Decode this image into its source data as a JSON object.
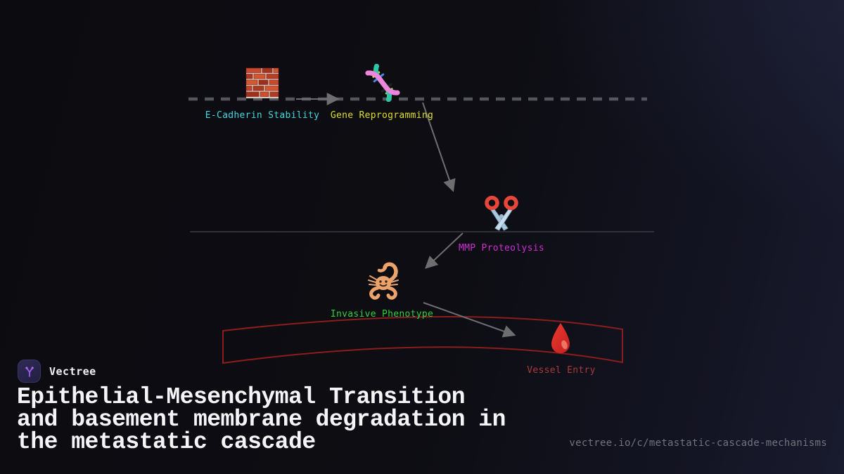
{
  "brand": {
    "name": "Vectree",
    "logo_bg": "#2a2650",
    "logo_glyph_color": "#9b5cf3"
  },
  "title": {
    "lines": [
      "Epithelial-Mesenchymal Transition",
      "and basement membrane degradation in",
      "the metastatic cascade"
    ]
  },
  "footer_url": "vectree.io/c/metastatic-cascade-mechanisms",
  "diagram": {
    "nodes": [
      {
        "id": "e-cadherin-stability",
        "icon": "brick-wall",
        "label": "E-Cadherin Stability",
        "label_color": "#3fd8e0"
      },
      {
        "id": "gene-reprogramming",
        "icon": "dna",
        "label": "Gene Reprogramming",
        "label_color": "#dfdf31"
      },
      {
        "id": "mmp-proteolysis",
        "icon": "scissors",
        "label": "MMP Proteolysis",
        "label_color": "#cb2fd2"
      },
      {
        "id": "invasive-phenotype",
        "icon": "scorpion",
        "label": "Invasive Phenotype",
        "label_color": "#2fd043"
      },
      {
        "id": "vessel-entry",
        "icon": "blood-drop",
        "label": "Vessel Entry",
        "label_color": "#a93a3a"
      }
    ],
    "colors": {
      "arrow": "#6e6e70",
      "dashed_membrane_line": "#55565c",
      "basement_membrane_line": "#3b3c41",
      "vessel_outline": "#8c1d1d"
    }
  }
}
